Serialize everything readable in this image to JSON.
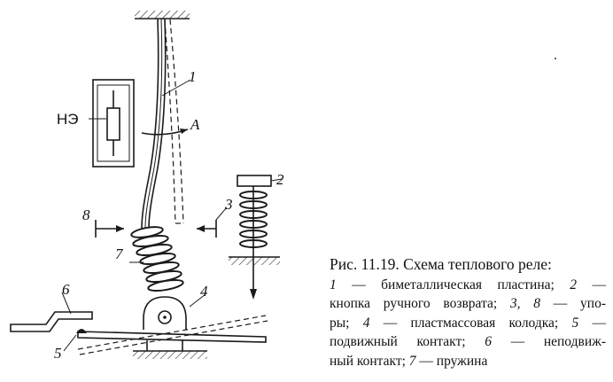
{
  "labels": {
    "n1": "1",
    "n2": "2",
    "n3": "3",
    "n4": "4",
    "n5": "5",
    "n6": "6",
    "n7": "7",
    "n8": "8",
    "ne": "НЭ",
    "a": "A"
  },
  "caption": {
    "title": "Рис. 11.19. Схема теплового реле:",
    "line1_num": "1",
    "line1_text": " — биметаллическая пластина; ",
    "line1_num2": "2",
    "line1_tail": " —",
    "line2_text": "кнопка ручного возврата; ",
    "line2_num": "3, 8",
    "line2_tail": " — упо-",
    "line3_text": "ры; ",
    "line3_num": "4",
    "line3_mid": " — пластмассовая колодка; ",
    "line3_num2": "5",
    "line3_tail": " —",
    "line4_text": "подвижный контакт; ",
    "line4_num": "6",
    "line4_tail": " — неподвиж-",
    "line5_text": "ный контакт; ",
    "line5_num": "7",
    "line5_tail": " — пружина"
  }
}
